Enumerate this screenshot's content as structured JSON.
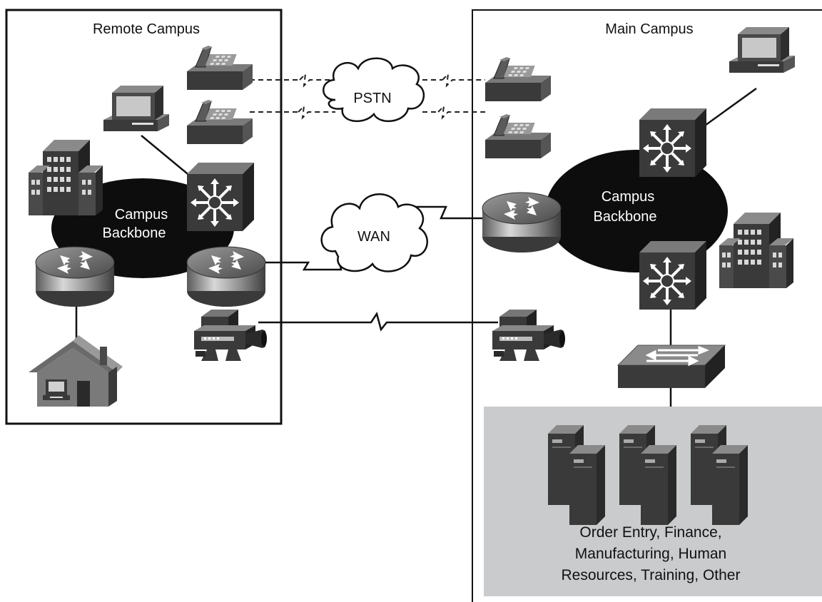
{
  "remote_campus": {
    "title": "Remote Campus",
    "backbone_line1": "Campus",
    "backbone_line2": "Backbone"
  },
  "main_campus": {
    "title": "Main Campus",
    "backbone_line1": "Campus",
    "backbone_line2": "Backbone",
    "servers_caption": [
      "Order Entry, Finance,",
      "Manufacturing, Human",
      "Resources, Training, Other"
    ]
  },
  "clouds": {
    "pstn": "PSTN",
    "wan": "WAN"
  },
  "colors": {
    "device_dark": "#3a3a3a",
    "device_light": "#6e6e6e",
    "backbone": "#0d0d0d",
    "server_panel": "#c9cbcd",
    "frame": "#111111"
  },
  "icons": {
    "telephone": "telephone-icon",
    "workstation": "workstation-icon",
    "building": "building-icon",
    "multilayer_switch": "multilayer-switch-icon",
    "router": "router-icon",
    "video_camera": "video-camera-icon",
    "home_office": "home-office-icon",
    "workgroup_switch": "workgroup-switch-icon",
    "server": "server-icon"
  }
}
